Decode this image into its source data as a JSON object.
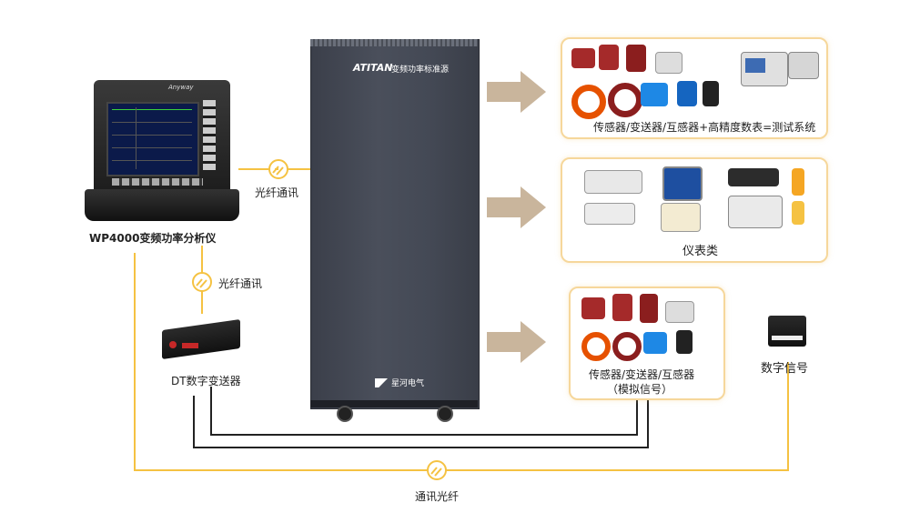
{
  "colors": {
    "fiber": "#f5c242",
    "wire": "#222222",
    "arrow": "#c9b59c",
    "panel_border": "#f6d79b",
    "cabinet": "#444955"
  },
  "cabinet": {
    "brand": "ATITAN",
    "subtitle": "变频功率标准源",
    "logo_text": "星河电气"
  },
  "analyzer": {
    "brand": "Anyway",
    "name": "WP4000变频功率分析仪"
  },
  "links": {
    "fiber_right": "光纤通讯",
    "fiber_down": "光纤通讯",
    "fiber_bottom": "通讯光纤"
  },
  "dt": {
    "name": "DT数字变送器"
  },
  "panels": {
    "top": {
      "caption": "传感器/变送器/互感器+高精度数表=测试系统"
    },
    "middle": {
      "caption": "仪表类"
    },
    "bottom": {
      "caption_line1": "传感器/变送器/互感器",
      "caption_line2": "（模拟信号）"
    }
  },
  "digital": {
    "label": "数字信号"
  }
}
